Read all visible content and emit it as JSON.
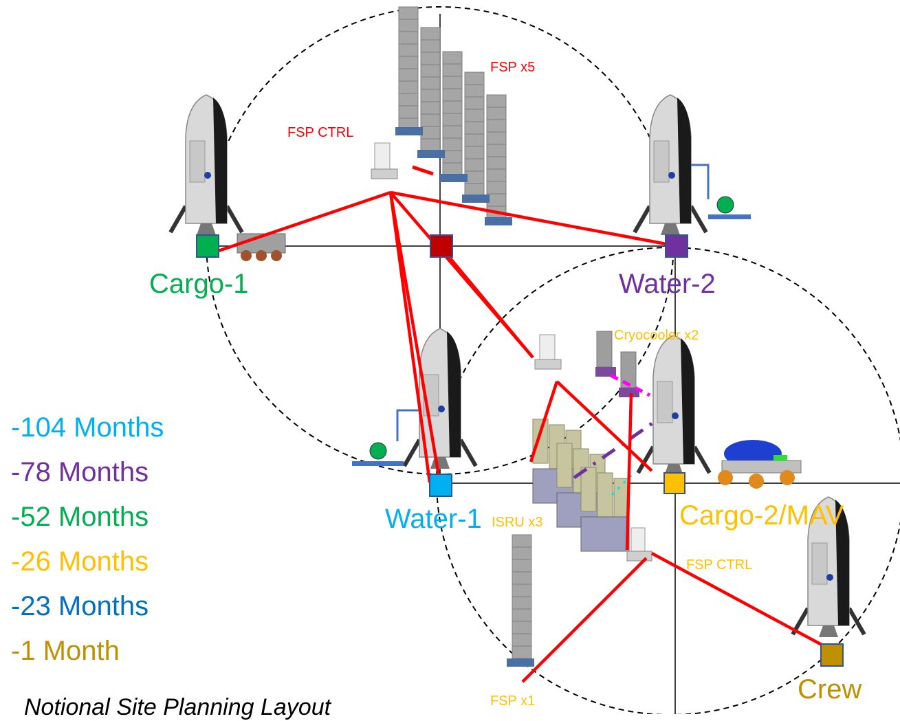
{
  "colors": {
    "power_line": "#ff0000",
    "cargo1": "#00b050",
    "water2": "#7030a0",
    "water1": "#00b0f0",
    "cargo2": "#ffc000",
    "crew": "#bf9000",
    "fsp_hub": "#c00000",
    "timeline_23": "#0070c0"
  },
  "sites": {
    "cargo1": "Cargo-1",
    "water2": "Water-2",
    "water1": "Water-1",
    "cargo2": "Cargo-2/MAV",
    "crew": "Crew"
  },
  "equipment": {
    "fsp_x5": "FSP x5",
    "fsp_ctrl_top": "FSP CTRL",
    "cryocooler": "Cryocooler  x2",
    "isru": "ISRU x3",
    "fsp_ctrl_bottom": "FSP CTRL",
    "fsp_x1": "FSP x1"
  },
  "timeline": [
    {
      "text": "-104 Months",
      "color": "#00b0f0"
    },
    {
      "text": "-78 Months",
      "color": "#7030a0"
    },
    {
      "text": "-52 Months",
      "color": "#00b050"
    },
    {
      "text": "-26 Months",
      "color": "#ffc000"
    },
    {
      "text": "-23 Months",
      "color": "#0070c0"
    },
    {
      "text": "-1 Month",
      "color": "#bf9000"
    }
  ],
  "caption": "Notional Site Planning Layout"
}
